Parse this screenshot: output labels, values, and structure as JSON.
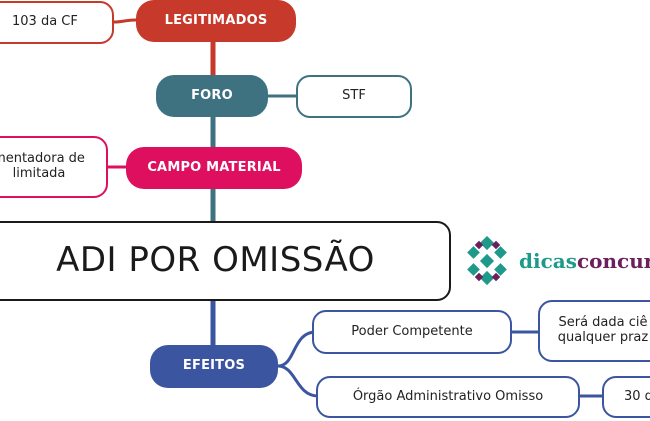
{
  "center": {
    "label": "ADI POR OMISSÃO"
  },
  "branches": {
    "legitimados": {
      "label": "LEGITIMADOS",
      "leaf": "103 da CF"
    },
    "foro": {
      "label": "FORO",
      "leaf": "STF"
    },
    "campo": {
      "label": "CAMPO MATERIAL",
      "leaf_line1": "mentadora de",
      "leaf_line2": "limitada"
    },
    "efeitos": {
      "label": "EFEITOS",
      "sub1": {
        "label": "Poder Competente",
        "leaf_line1": "Será dada ciê",
        "leaf_line2": "qualquer praz"
      },
      "sub2": {
        "label": "Órgão Administrativo Omisso",
        "leaf": "30 d"
      }
    }
  },
  "logo": {
    "part1": "dicas",
    "part2": "concurs",
    "icon": "cube-cluster-icon"
  },
  "colors": {
    "red": "#c6392b",
    "teal": "#3f7280",
    "pink": "#df0f60",
    "blue": "#3b55a0"
  }
}
